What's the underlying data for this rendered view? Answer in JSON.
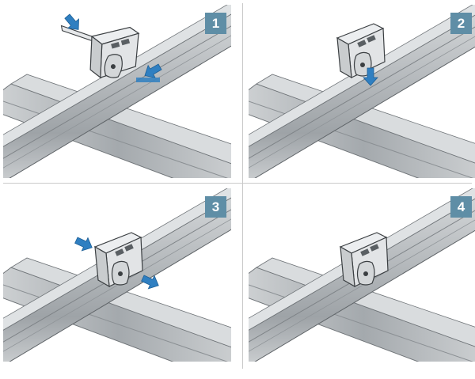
{
  "steps": [
    {
      "number": "1"
    },
    {
      "number": "2"
    },
    {
      "number": "3"
    },
    {
      "number": "4"
    }
  ],
  "colors": {
    "arrow": "#2f7fc1",
    "badge_bg": "#5f8ea6",
    "badge_text": "#ffffff",
    "rail_light": "#c7cbce",
    "rail_mid": "#a9aeb2",
    "rail_dark": "#7c8185",
    "clip": "#e4e6e8",
    "outline": "#3b3f42"
  },
  "icons": [
    "blue-arrow-icon",
    "fastening-clip",
    "ceiling-profile"
  ]
}
